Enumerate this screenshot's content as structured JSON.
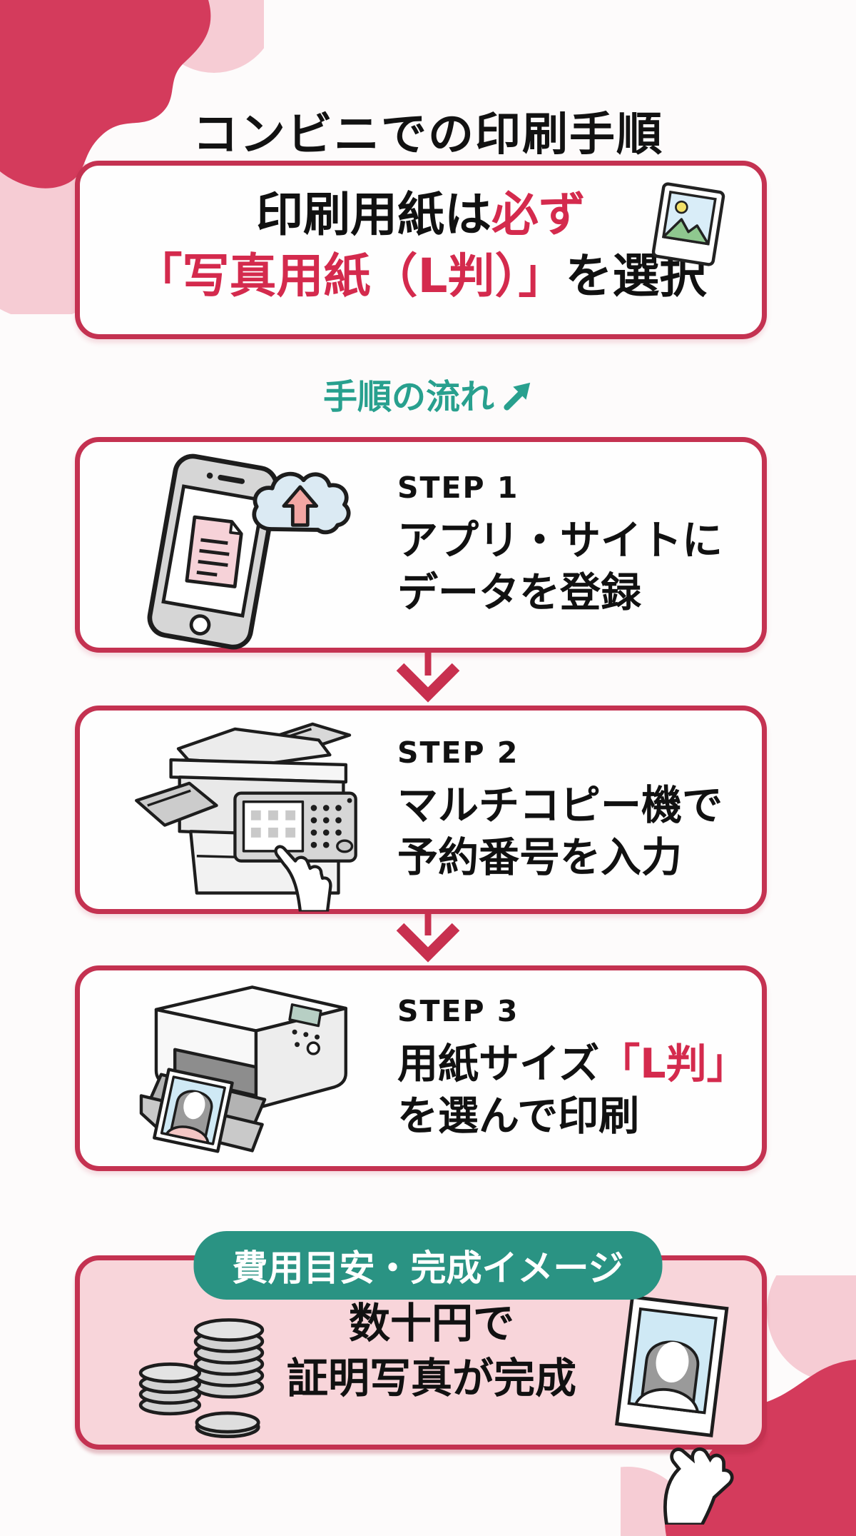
{
  "page": {
    "title": "コンビニでの印刷手順"
  },
  "colors": {
    "box_border_red": "#c43251",
    "accent_text_red": "#d42a4d",
    "teal": "#2a9383",
    "blob_red": "#d43b5c",
    "blob_pink": "#f6ccd4",
    "result_box_bg": "#f8d5da"
  },
  "notice": {
    "line1_black": "印刷用紙は",
    "line1_red": "必ず",
    "line2_red": "「写真用紙（L判）」",
    "line2_black": "を選択",
    "icon": "landscape-photo-icon"
  },
  "flow": {
    "label": "手順の流れ",
    "icon": "northeast-arrow-icon"
  },
  "steps": [
    {
      "label": "STEP 1",
      "line1": "アプリ・サイトに",
      "line1_red": "",
      "line2": "データを登録",
      "illustration": "smartphone-cloud-upload-illustration"
    },
    {
      "label": "STEP 2",
      "line1": "マルチコピー機で",
      "line1_red": "",
      "line2": "予約番号を入力",
      "illustration": "multicopy-machine-keypad-illustration"
    },
    {
      "label": "STEP 3",
      "line1": "用紙サイズ",
      "line1_red": "「L判」",
      "line2": "を選んで印刷",
      "illustration": "photo-printer-illustration"
    }
  ],
  "result": {
    "badge": "費用目安・完成イメージ",
    "line1": "数十円で",
    "line2": "証明写真が完成",
    "illustrations": [
      "coin-stacks-illustration",
      "hand-holding-id-photo-illustration"
    ]
  }
}
